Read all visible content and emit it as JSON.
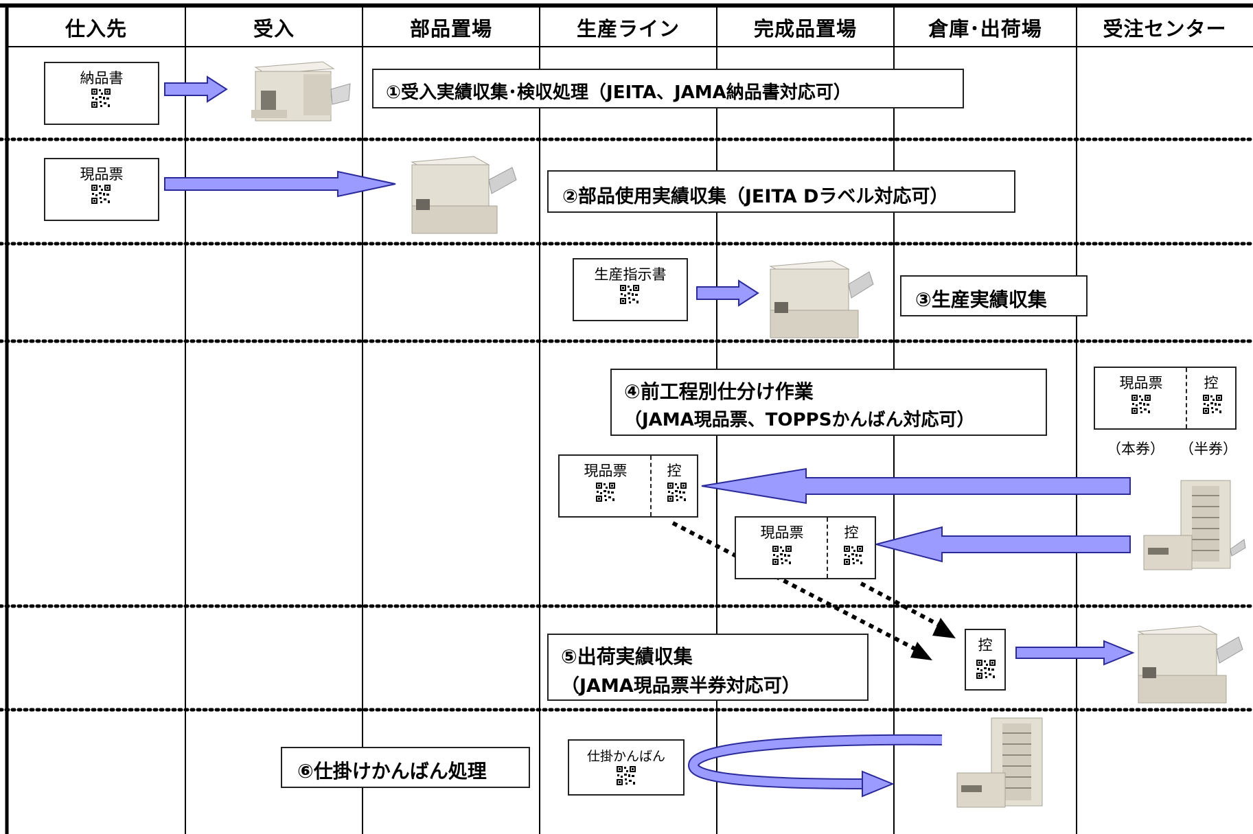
{
  "headers": [
    "仕入先",
    "受入",
    "部品置場",
    "生産ライン",
    "完成品置場",
    "倉庫･出荷場",
    "受注センター"
  ],
  "docs": {
    "nouhinsho": "納品書",
    "genpinhyo_1": "現品票",
    "seisan_shijisho": "生産指示書",
    "center_main": "現品票",
    "center_stub": "控",
    "line_main": "現品票",
    "line_stub": "控",
    "fg_main": "現品票",
    "fg_stub": "控",
    "ship_stub": "控",
    "shikake_kanban": "仕掛かんばん",
    "honken": "（本券）",
    "hanken": "（半券）"
  },
  "labels": {
    "step1": "①受入実績収集･検収処理（JEITA、JAMA納品書対応可）",
    "step2": "②部品使用実績収集（JEITA Dラベル対応可）",
    "step3": "③生産実績収集",
    "step4_line1": "④前工程別仕分け作業",
    "step4_line2": "（JAMA現品票、TOPPSかんばん対応可）",
    "step5_line1": "⑤出荷実績収集",
    "step5_line2": "（JAMA現品票半券対応可）",
    "step6": "⑥仕掛けかんばん処理"
  },
  "colors": {
    "arrow_fill": "#9a9aff",
    "arrow_stroke": "#2a2a9a",
    "machine_body": "#e6e1d6",
    "grid": "#000000"
  },
  "icons": [
    "qr-code-icon",
    "reader-machine-icon",
    "sorter-machine-icon"
  ]
}
